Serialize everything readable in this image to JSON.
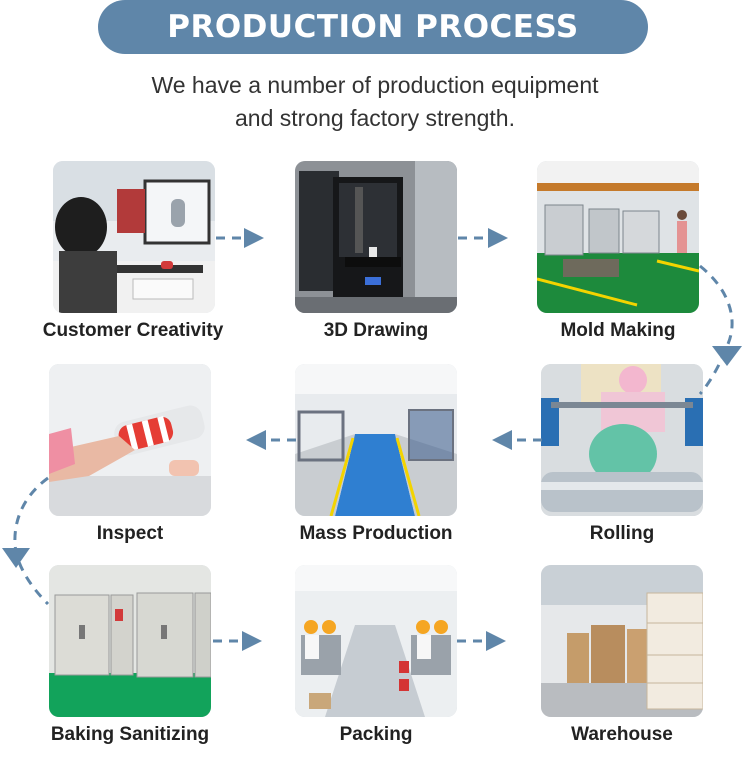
{
  "header": {
    "title": "PRODUCTION PROCESS",
    "subtitle_line1": "We have a number of production equipment",
    "subtitle_line2": "and strong factory strength."
  },
  "steps": [
    {
      "label": "Customer Creativity",
      "image": "designer-at-computer-photo"
    },
    {
      "label": "3D Drawing",
      "image": "3d-printer-photo"
    },
    {
      "label": "Mold Making",
      "image": "cnc-workshop-photo"
    },
    {
      "label": "Inspect",
      "image": "bottle-inspection-photo"
    },
    {
      "label": "Mass Production",
      "image": "factory-corridor-photo"
    },
    {
      "label": "Rolling",
      "image": "silicone-rolling-photo"
    },
    {
      "label": "Baking Sanitizing",
      "image": "baking-ovens-photo"
    },
    {
      "label": "Packing",
      "image": "packing-line-photo"
    },
    {
      "label": "Warehouse",
      "image": "warehouse-boxes-photo"
    }
  ],
  "colors": {
    "accent": "#5f86a9",
    "text": "#222222"
  }
}
